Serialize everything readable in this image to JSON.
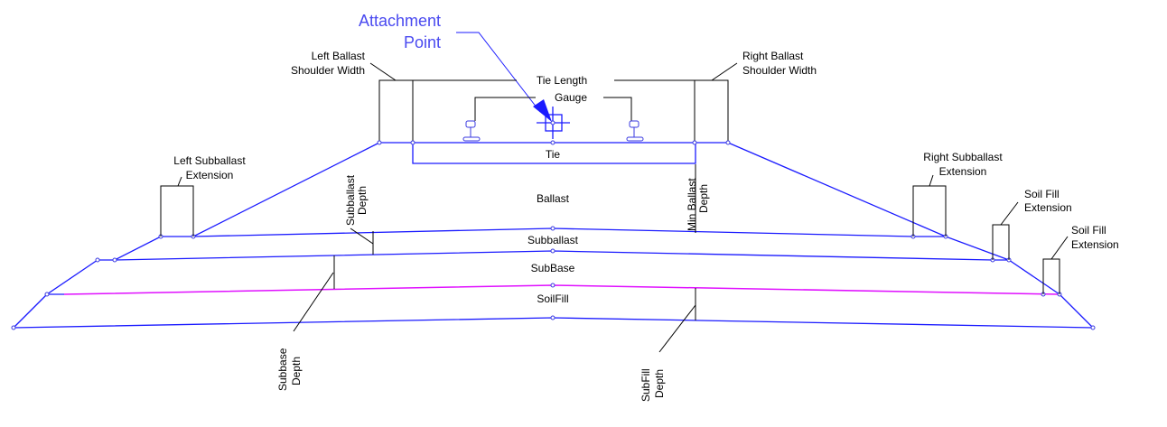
{
  "attachment_point": {
    "line1": "Attachment",
    "line2": "Point"
  },
  "labels": {
    "tie_length": "Tie Length",
    "gauge": "Gauge",
    "tie": "Tie",
    "ballast": "Ballast",
    "subballast": "Subballast",
    "subbase": "SubBase",
    "soilfill": "SoilFill",
    "left_ballast_shoulder": [
      "Left Ballast",
      "Shoulder Width"
    ],
    "right_ballast_shoulder": [
      "Right Ballast",
      "Shoulder Width"
    ],
    "left_subballast_ext": [
      "Left Subballast",
      "Extension"
    ],
    "right_subballast_ext": [
      "Right Subballast",
      "Extension"
    ],
    "soil_fill_ext_1": [
      "Soil Fill",
      "Extension"
    ],
    "soil_fill_ext_2": [
      "Soil Fill",
      "Extension"
    ],
    "subballast_depth": [
      "Subballast",
      "Depth"
    ],
    "min_ballast_depth": [
      "Min Ballast",
      "Depth"
    ],
    "subbase_depth": [
      "Subbase",
      "Depth"
    ],
    "subfill_depth": [
      "SubFill",
      "Depth"
    ]
  },
  "colors": {
    "layer_line": "#1a1aff",
    "subbase_top": "#e010ff",
    "annotation": "#4a4af0"
  }
}
